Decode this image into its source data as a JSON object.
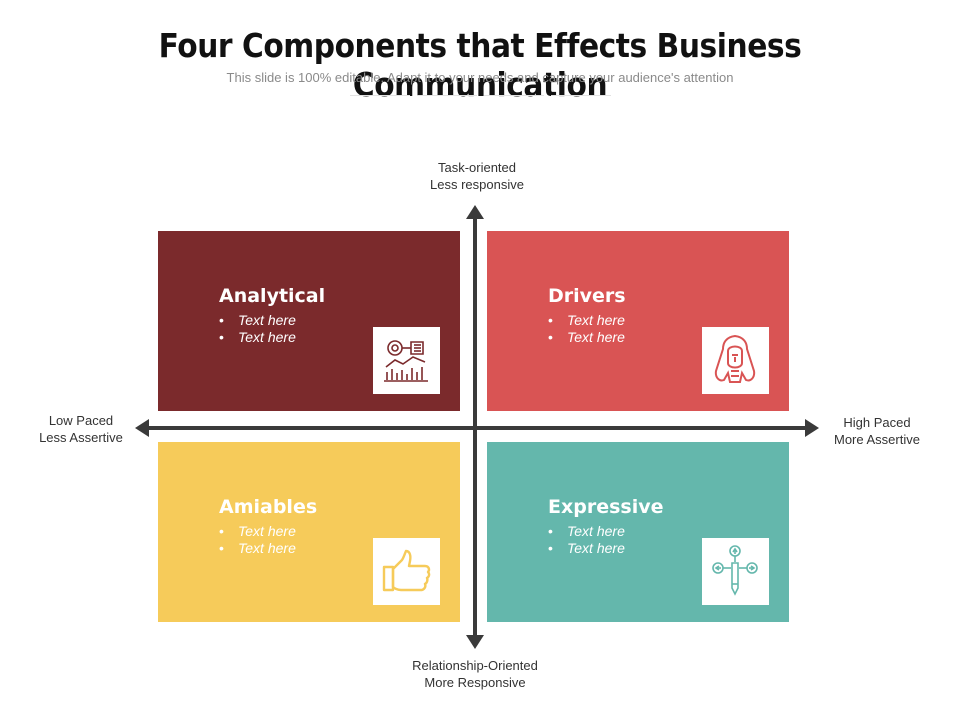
{
  "header": {
    "title": "Four Components that Effects Business Communication",
    "subtitle": "This slide is 100% editable. Adapt it to your needs and capture your audience's attention"
  },
  "axes": {
    "top": {
      "line1": "Task-oriented",
      "line2": "Less responsive"
    },
    "bottom": {
      "line1": "Relationship-Oriented",
      "line2": "More Responsive"
    },
    "left": {
      "line1": "Low Paced",
      "line2": "Less Assertive"
    },
    "right": {
      "line1": "High Paced",
      "line2": "More Assertive"
    }
  },
  "quadrants": {
    "analytical": {
      "title": "Analytical",
      "items": [
        "Text here",
        "Text here"
      ],
      "color": "#7b2a2c",
      "icon": "analytics-chart-icon"
    },
    "drivers": {
      "title": "Drivers",
      "items": [
        "Text here",
        "Text here"
      ],
      "color": "#d95454",
      "icon": "pharaoh-head-icon"
    },
    "amiables": {
      "title": "Amiables",
      "items": [
        "Text here",
        "Text here"
      ],
      "color": "#f6cb5a",
      "icon": "thumbs-up-icon"
    },
    "expressive": {
      "title": "Expressive",
      "items": [
        "Text here",
        "Text here"
      ],
      "color": "#64b7ac",
      "icon": "directions-pen-icon"
    }
  },
  "colors": {
    "axis": "#3a3a3a"
  }
}
